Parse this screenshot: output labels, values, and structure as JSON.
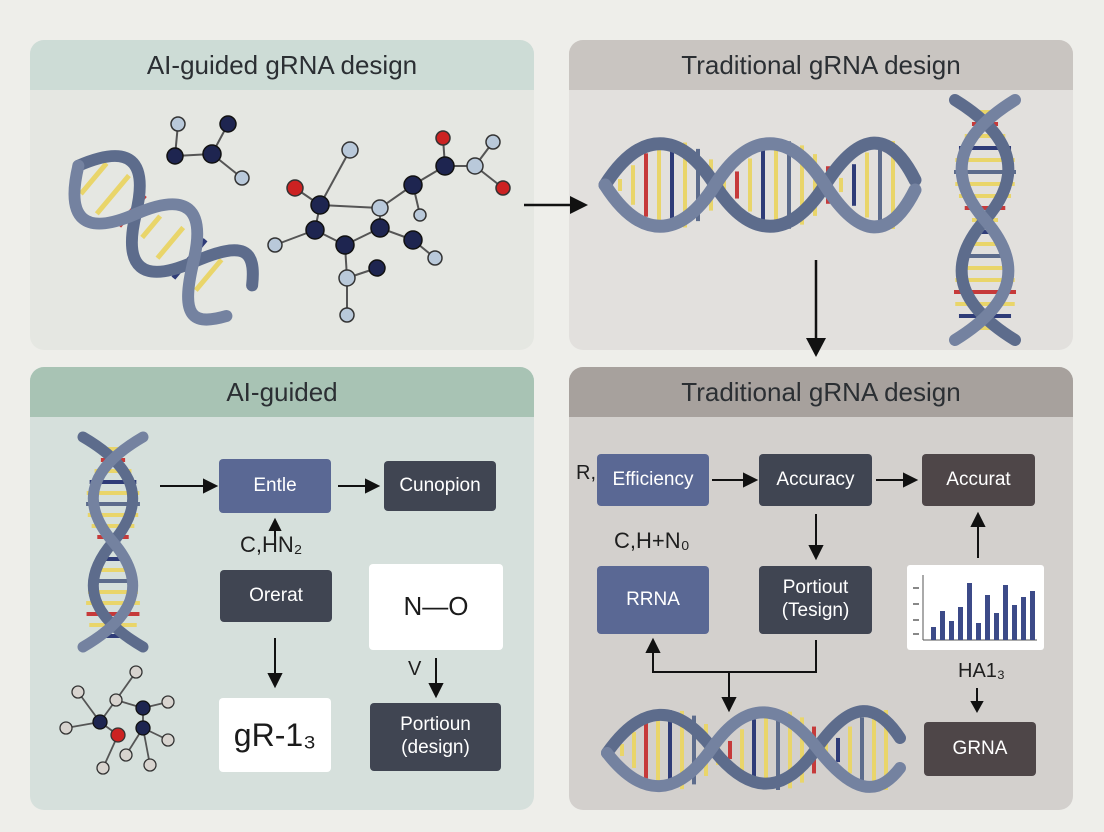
{
  "colors": {
    "background": "#eeeeea",
    "ai_panel": "#d8e2de",
    "ai_header": "#a9c5b5",
    "trad_panel": "#d6d3d0",
    "trad_header": "#aaa4a0",
    "box_blue": "#5a6894",
    "box_dark": "#404552",
    "strand": "#5d6c8c",
    "rung_yellow": "#e9d56a",
    "rung_red": "#c63a3a",
    "rung_blue": "#2f3c78"
  },
  "top_left": {
    "title": "AI-guided gRNA design"
  },
  "top_right": {
    "title": "Traditional gRNA design"
  },
  "bottom_left": {
    "title": "AI-guided",
    "formula": "C,HN₂",
    "box_entle": "Entle",
    "box_cunopion": "Cunopion",
    "box_orerat": "Orerat",
    "box_no": "N—O",
    "v_label": "V",
    "box_gr": "gR-1₃",
    "box_portioun": "Portioun (design)"
  },
  "bottom_right": {
    "title": "Traditional gRNA design",
    "r_label": "R,",
    "box_efficiency": "Efficiency",
    "box_accuracy": "Accuracy",
    "box_accurat": "Accurat",
    "formula": "C,H+N₀",
    "box_rrna": "RRNA",
    "box_portiout": "Portiout (Tesign)",
    "ha_label": "HA1₃",
    "box_grna": "GRNA"
  },
  "icons": [
    "dna-helix-icon",
    "molecule-icon",
    "bar-chart-icon",
    "arrow-icon"
  ]
}
